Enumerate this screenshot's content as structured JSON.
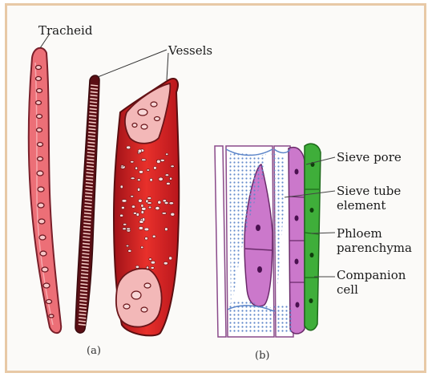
{
  "panel_a": {
    "caption": "(a)",
    "labels": {
      "tracheid": "Tracheid",
      "vessels": "Vessels"
    }
  },
  "panel_b": {
    "caption": "(b)",
    "labels": {
      "sieve_pore": "Sieve pore",
      "sieve_tube_line1": "Sieve tube",
      "sieve_tube_line2": "element",
      "phloem_line1": "Phloem",
      "phloem_line2": "parenchyma",
      "companion_line1": "Companion",
      "companion_line2": "cell"
    }
  },
  "colors": {
    "frame": "#e8c9a6",
    "tracheid_fill": "#e8656d",
    "cell_outline": "#7a1f2a",
    "vessel_dark": "#c81f22",
    "phloem_fill": "#c86ec8",
    "companion_fill": "#3fae3a",
    "sieve_plate": "#6a8fd0"
  }
}
